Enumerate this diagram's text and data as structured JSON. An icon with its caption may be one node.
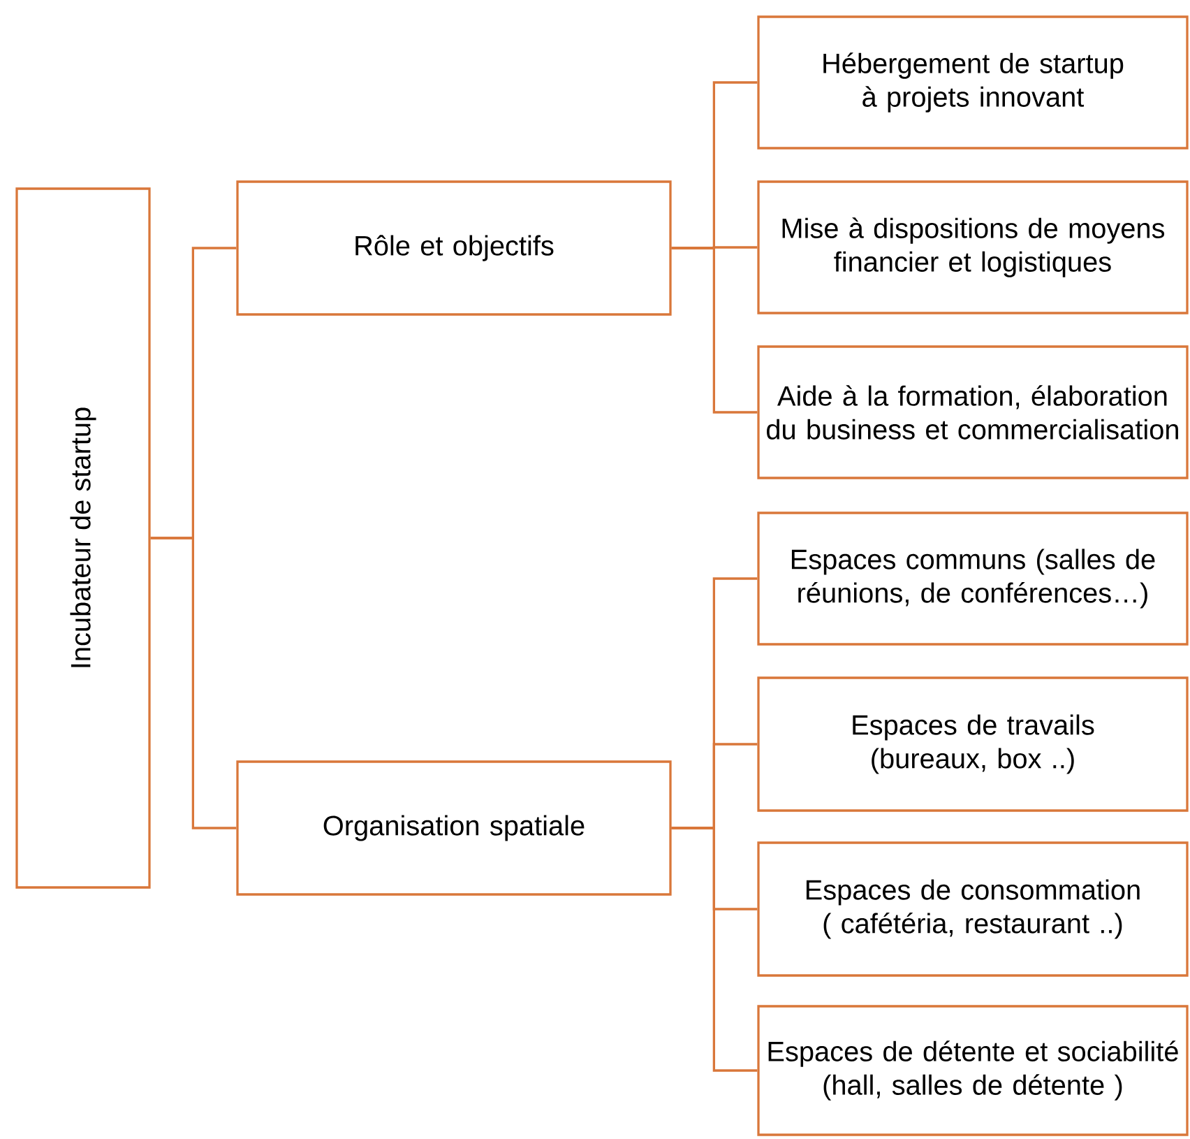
{
  "diagram": {
    "nodes": [
      {
        "text": [
          "Incubateur de startup"
        ]
      },
      {
        "text": [
          "Rôle et objectifs"
        ]
      },
      {
        "text": [
          "Organisation spatiale"
        ]
      },
      {
        "text": [
          "Hébergement de startup à projets innovant"
        ]
      },
      {
        "text": [
          "Mise à dispositions de moyens financier et logistiques"
        ]
      },
      {
        "text": [
          "Aide à la formation, élaboration du business et commercialisation"
        ]
      },
      {
        "text": [
          "Espaces communs (salles de réunions, de conférences…)"
        ]
      },
      {
        "text": [
          "Espaces de travails (bureaux, box ..)"
        ]
      },
      {
        "text": [
          "Espaces de consommation ( cafétéria,  restaurant ..)"
        ]
      },
      {
        "text": [
          "Espaces de détente et sociabilité (hall, salles de détente )"
        ]
      }
    ],
    "edges": [
      {
        "from": 0,
        "to": 1,
        "arrow": "none"
      },
      {
        "from": 0,
        "to": 2,
        "arrow": "none"
      },
      {
        "from": 1,
        "to": 3,
        "arrow": "none"
      },
      {
        "from": 1,
        "to": 4,
        "arrow": "none"
      },
      {
        "from": 1,
        "to": 5,
        "arrow": "none"
      },
      {
        "from": 2,
        "to": 6,
        "arrow": "none"
      },
      {
        "from": 2,
        "to": 7,
        "arrow": "none"
      },
      {
        "from": 2,
        "to": 8,
        "arrow": "none"
      },
      {
        "from": 2,
        "to": 9,
        "arrow": "none"
      }
    ]
  }
}
